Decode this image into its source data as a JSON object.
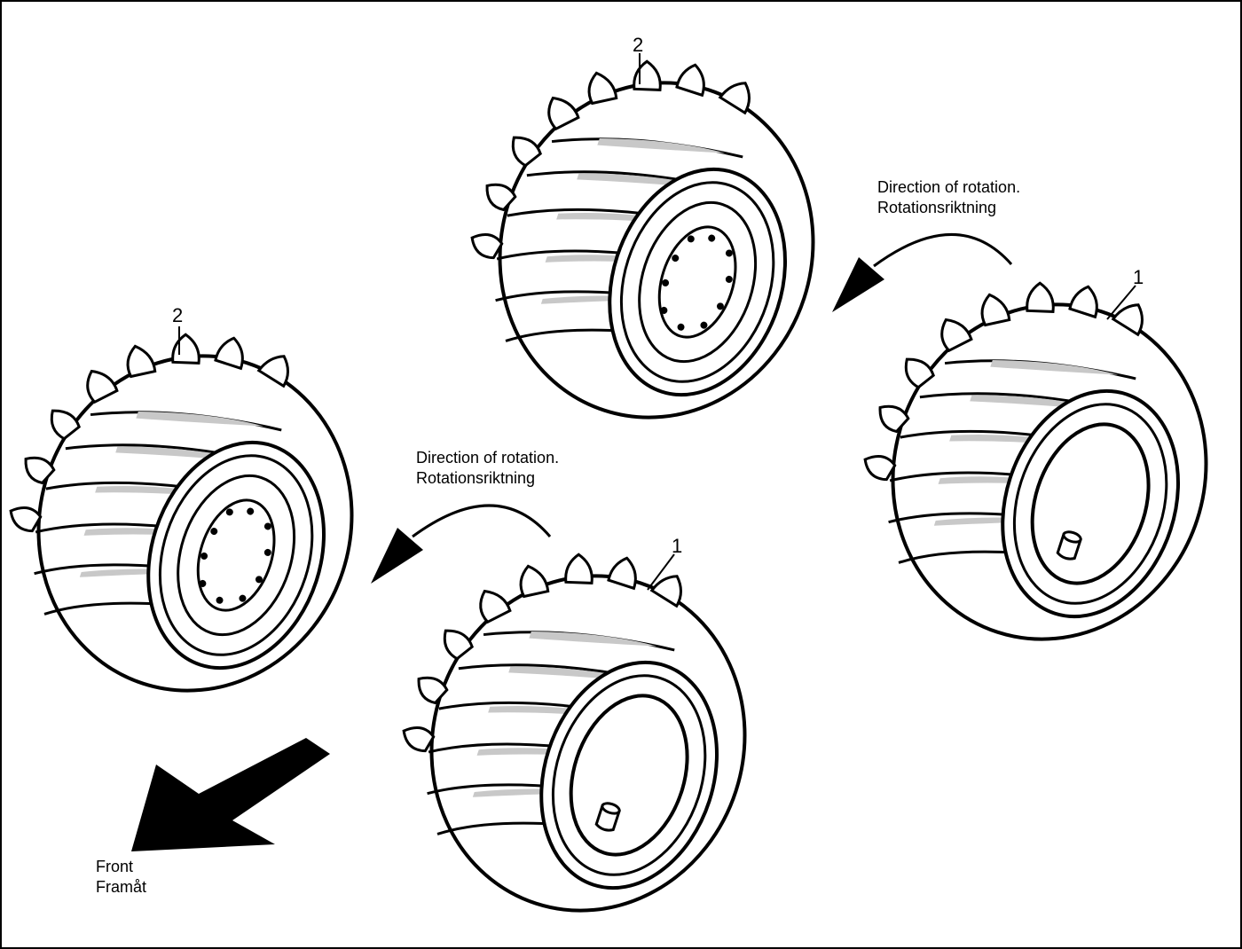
{
  "labels": {
    "callout_1": "1",
    "callout_2": "2",
    "rotation_en": "Direction of rotation.",
    "rotation_sv": "Rotationsriktning",
    "front_en": "Front",
    "front_sv": "Framåt"
  },
  "colors": {
    "ink": "#000000",
    "tread_shade": "#c8c8c8",
    "paper": "#ffffff"
  },
  "tires": [
    {
      "id": "top-center",
      "callout": "2",
      "hub": "bolted-rim"
    },
    {
      "id": "left",
      "callout": "2",
      "hub": "bolted-rim"
    },
    {
      "id": "right",
      "callout": "1",
      "hub": "valve-rim"
    },
    {
      "id": "bottom-center",
      "callout": "1",
      "hub": "valve-rim"
    }
  ]
}
